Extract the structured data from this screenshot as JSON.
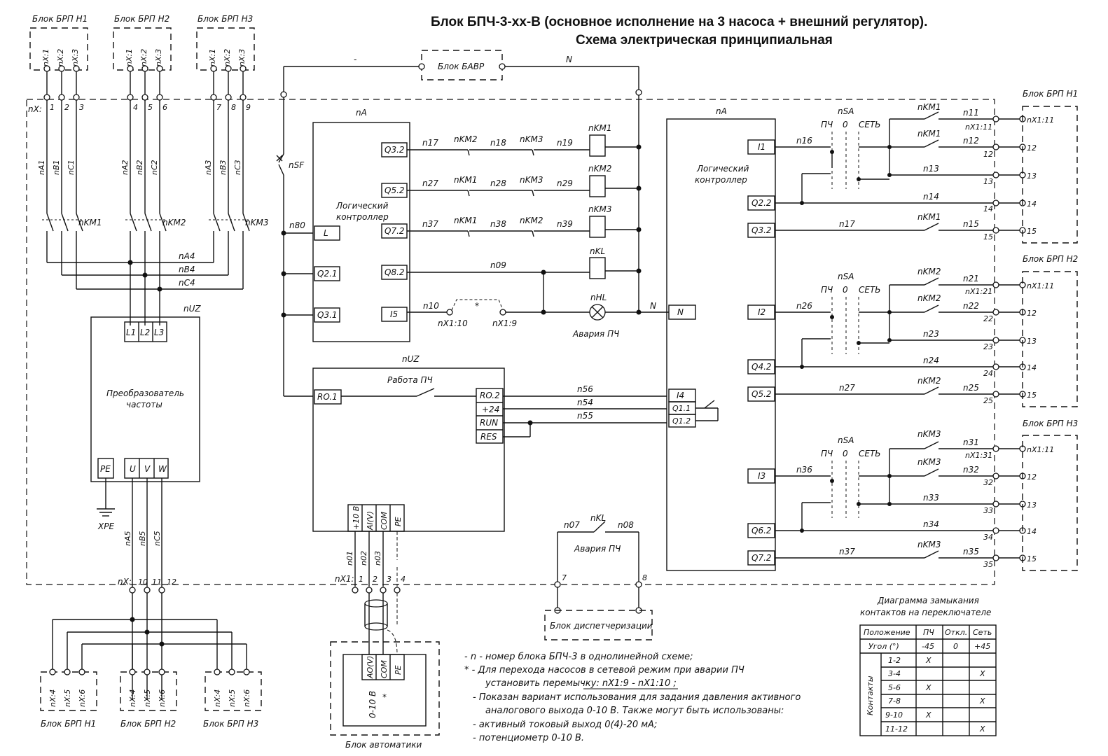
{
  "title": {
    "line1": "Блок БПЧ-3-хх-В (основное исполнение на 3 насоса + внешний регулятор).",
    "line2": "Схема электрическая принципиальная"
  },
  "top_blocks": [
    {
      "name": "Блок БРП Н1",
      "terms": [
        "nX:1",
        "nX:2",
        "nX:3"
      ],
      "main_terms": [
        "1",
        "2",
        "3"
      ],
      "phases": [
        "nA1",
        "nB1",
        "nC1"
      ],
      "contactor": "nKM1"
    },
    {
      "name": "Блок БРП Н2",
      "terms": [
        "nX:1",
        "nX:2",
        "nX:3"
      ],
      "main_terms": [
        "4",
        "5",
        "6"
      ],
      "phases": [
        "nA2",
        "nB2",
        "nC2"
      ],
      "contactor": "nKM2"
    },
    {
      "name": "Блок БРП Н3",
      "terms": [
        "nX:1",
        "nX:2",
        "nX:3"
      ],
      "main_terms": [
        "7",
        "8",
        "9"
      ],
      "phases": [
        "nA3",
        "nB3",
        "nC3"
      ],
      "contactor": "nKM3"
    }
  ],
  "bottom_blocks": [
    {
      "name": "Блок БРП Н1",
      "terms": [
        "nX:4",
        "nX:5",
        "nX:6"
      ]
    },
    {
      "name": "Блок БРП Н2",
      "terms": [
        "nX:4",
        "nX:5",
        "nX:6"
      ]
    },
    {
      "name": "Блок БРП Н3",
      "terms": [
        "nX:4",
        "nX:5",
        "nX:6"
      ]
    }
  ],
  "left": {
    "nx_label": "nX:",
    "nx_bottom_label": "nX:",
    "bottom_terms": [
      "10",
      "11",
      "12"
    ],
    "bus": [
      "nA4",
      "nB4",
      "nC4"
    ],
    "vfd_ref": "nUZ",
    "vfd_inputs": [
      "L1",
      "L2",
      "L3"
    ],
    "vfd_name_1": "Преобразователь",
    "vfd_name_2": "частоты",
    "vfd_outputs": [
      "PE",
      "U",
      "V",
      "W"
    ],
    "ground": "XPE",
    "out_wires": [
      "nA5",
      "nB5",
      "nC5"
    ]
  },
  "bavr": {
    "name": "Блок БАВР",
    "minus": "-",
    "n": "N"
  },
  "nsf": "nSF",
  "n80": "n80",
  "center_controller": {
    "ref": "nA",
    "name_1": "Логический",
    "name_2": "контроллер",
    "inputs": [
      "L",
      "Q2.1",
      "Q3.1"
    ],
    "outputs": [
      "Q3.2",
      "Q5.2",
      "Q7.2",
      "Q8.2",
      "I5"
    ],
    "rungs": [
      {
        "w1": "n17",
        "c1": "nKM2",
        "w2": "n18",
        "c2": "nKM3",
        "w3": "n19",
        "coil": "nKM1"
      },
      {
        "w1": "n27",
        "c1": "nKM1",
        "w2": "n28",
        "c2": "nKM3",
        "w3": "n29",
        "coil": "nKM2"
      },
      {
        "w1": "n37",
        "c1": "nKM1",
        "w2": "n38",
        "c2": "nKM2",
        "w3": "n39",
        "coil": "nKM3"
      }
    ],
    "kl_wire": "n09",
    "kl_coil": "nKL",
    "i5_wire": "n10",
    "jumper_star": "*",
    "jumper_a": "nX1:10",
    "jumper_b": "nX1:9",
    "lamp": "nHL",
    "lamp_text": "Авария ПЧ",
    "n_label": "N"
  },
  "vfd_ctrl": {
    "ref": "nUZ",
    "run_text": "Работа ПЧ",
    "left_term": "RO.1",
    "right_terms": [
      "RO.2",
      "+24",
      "RUN",
      "RES"
    ],
    "wires": [
      "n56",
      "n54",
      "n55"
    ],
    "bottom_terms": [
      "+10 В",
      "AI(V)",
      "COM",
      "PE"
    ],
    "bottom_wires": [
      "n01",
      "n02",
      "n03"
    ],
    "nx1": "nX1:",
    "nx1_terms": [
      "1",
      "2",
      "3",
      "4"
    ]
  },
  "automation": {
    "name": "Блок автоматики",
    "terms": [
      "AO(V)",
      "COM",
      "PE"
    ],
    "range": "0-10 В",
    "star": "*"
  },
  "dispatch": {
    "name": "Блок диспетчеризации",
    "contact": "nKL",
    "w1": "n07",
    "w2": "n08",
    "text": "Авария ПЧ",
    "t1": "7",
    "t2": "8"
  },
  "right_controller": {
    "ref": "nA",
    "name_1": "Логический",
    "name_2": "контроллер",
    "terms": [
      "I1",
      "Q2.2",
      "Q3.2",
      "N",
      "I2",
      "Q4.2",
      "Q5.2",
      "I4",
      "Q1.1",
      "Q1.2",
      "I3",
      "Q6.2",
      "Q7.2"
    ]
  },
  "switch_groups": [
    {
      "sa": "nSA",
      "pos": [
        "ПЧ",
        "0",
        "СЕТЬ"
      ],
      "in_wire": "n16",
      "km": "nKM1",
      "wires": [
        "n11",
        "n12",
        "n13",
        "n14",
        "n17",
        "n15"
      ],
      "ref_terms": [
        "nX1:11",
        "12",
        "13",
        "14",
        "15"
      ],
      "block": "Блок БРП Н1",
      "block_terms": [
        "nX1:11",
        "12",
        "13",
        "14",
        "15"
      ]
    },
    {
      "sa": "nSA",
      "pos": [
        "ПЧ",
        "0",
        "СЕТЬ"
      ],
      "in_wire": "n26",
      "km": "nKM2",
      "wires": [
        "n21",
        "n22",
        "n23",
        "n24",
        "n27",
        "n25"
      ],
      "ref_terms": [
        "nX1:21",
        "22",
        "23",
        "24",
        "25"
      ],
      "block": "Блок БРП Н2",
      "block_terms": [
        "nX1:11",
        "12",
        "13",
        "14",
        "15"
      ]
    },
    {
      "sa": "nSA",
      "pos": [
        "ПЧ",
        "0",
        "СЕТЬ"
      ],
      "in_wire": "n36",
      "km": "nKM3",
      "wires": [
        "n31",
        "n32",
        "n33",
        "n34",
        "n37",
        "n35"
      ],
      "ref_terms": [
        "nX1:31",
        "32",
        "33",
        "34",
        "35"
      ],
      "block": "Блок БРП Н3",
      "block_terms": [
        "nX1:11",
        "12",
        "13",
        "14",
        "15"
      ]
    }
  ],
  "notes": [
    "- n - номер блока БПЧ-3 в однолинейной схеме;",
    "* - Для перехода насосов в сетевой режим при аварии ПЧ",
    "установить перемычку: nX1:9 - nX1:10 ;",
    "- Показан вариант использования для задания давления активного",
    "аналогового выхода 0-10 В. Также могут быть использованы:",
    "- активный токовый выход 0(4)-20 мА;",
    "- потенциометр 0-10 В."
  ],
  "contact_table": {
    "title_1": "Диаграмма замыкания",
    "title_2": "контактов на переключателе",
    "headers": [
      "Положение",
      "ПЧ",
      "Откл.",
      "Сеть"
    ],
    "angle_row": [
      "Угол (°)",
      "-45",
      "0",
      "+45"
    ],
    "side_label": "Контакты",
    "rows": [
      [
        "1-2",
        "X",
        "",
        ""
      ],
      [
        "3-4",
        "",
        "",
        "X"
      ],
      [
        "5-6",
        "X",
        "",
        ""
      ],
      [
        "7-8",
        "",
        "",
        "X"
      ],
      [
        "9-10",
        "X",
        "",
        ""
      ],
      [
        "11-12",
        "",
        "",
        "X"
      ]
    ]
  }
}
